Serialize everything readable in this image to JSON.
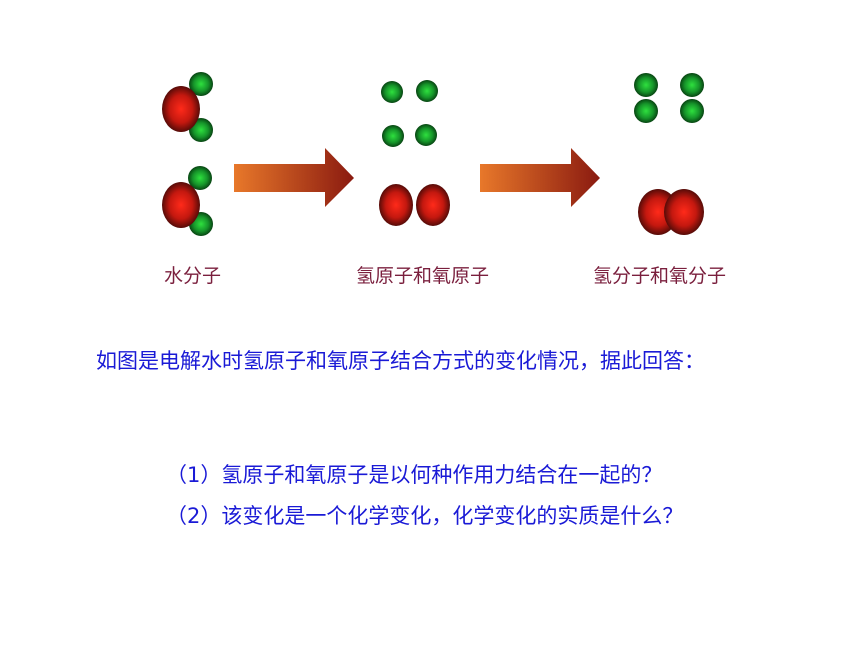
{
  "captions": {
    "water": "水分子",
    "atoms": "氢原子和氧原子",
    "molecules": "氢分子和氧分子"
  },
  "text": {
    "intro": "如图是电解水时氢原子和氧原子结合方式的变化情况，据此回答：",
    "q1": "（1）氢原子和氧原子是以何种作用力结合在一起的？",
    "q2": "（2）该变化是一个化学变化，化学变化的实质是什么？"
  },
  "colors": {
    "oxygen": "#cc1a10",
    "hydrogen": "#1a9e2a",
    "arrow": "#c8501c",
    "caption": "#7a1f3d",
    "body_text": "#1a1ad6"
  }
}
